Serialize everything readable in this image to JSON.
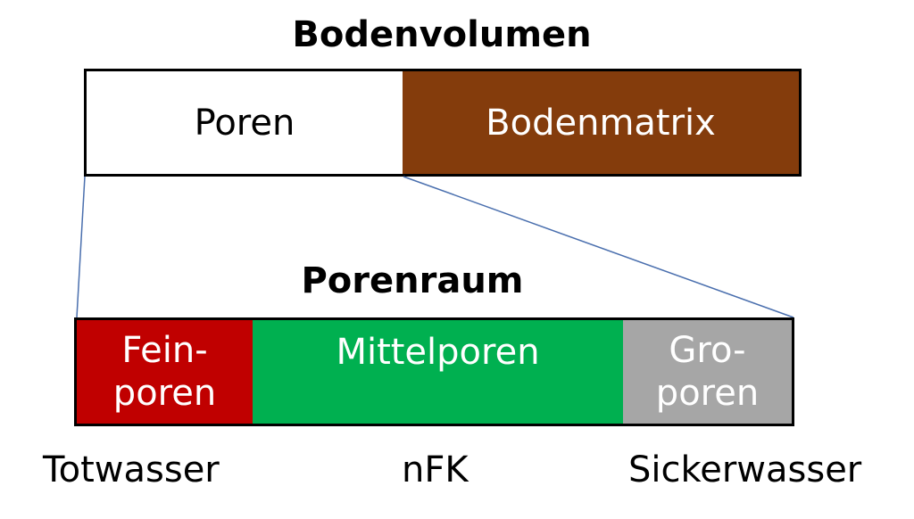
{
  "title_top": "Bodenvolumen",
  "title_bottom": "Porenraum",
  "top_bar": {
    "pores_label": "Poren",
    "matrix_label": "Bodenmatrix"
  },
  "bottom_bar": {
    "fine_line1": "Fein-",
    "fine_line2": "poren",
    "medium_label": "Mittelporen",
    "coarse_line1": "Gro-",
    "coarse_line2": "poren"
  },
  "water_labels": {
    "dead_water": "Totwasser",
    "nfk": "nFK",
    "seepage_water": "Sickerwasser"
  },
  "colors": {
    "matrix": "#843c0c",
    "fine_pores": "#c00000",
    "medium_pores": "#00b050",
    "coarse_pores": "#a6a6a6",
    "connector": "#4a6fae"
  }
}
